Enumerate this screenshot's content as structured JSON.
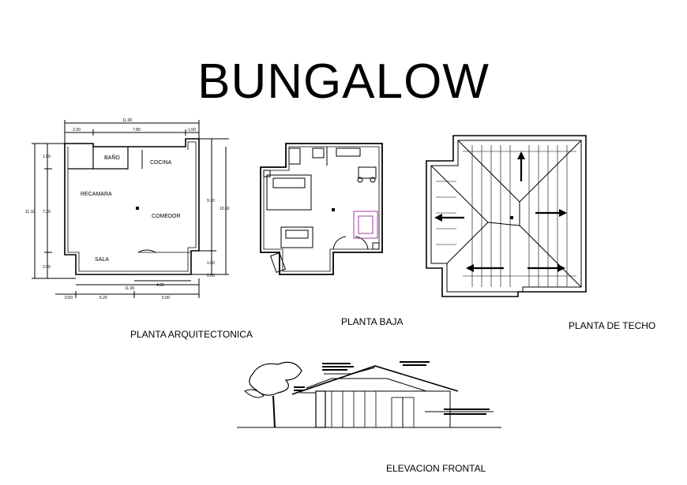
{
  "title": "BUNGALOW",
  "captions": {
    "arch": "PLANTA ARQUITECTONICA",
    "baja": "PLANTA BAJA",
    "techo": "PLANTA DE TECHO",
    "elev": "ELEVACION FRONTAL"
  },
  "rooms": {
    "bano": "BAÑO",
    "cocina": "COCINA",
    "recamara": "RECAMARA",
    "comedor": "COMEDOR",
    "sala": "SALA"
  },
  "dims": {
    "top_total": "11.00",
    "top_a": "2.20",
    "top_b": "7.80",
    "top_c": "1.00",
    "left_a": "1.90",
    "left_b": "7.20",
    "left_c": "2.00",
    "left_total": "11.10",
    "right_a": "9.10",
    "right_total": "10.60",
    "right_b": "1.00",
    "right_c": "0.50",
    "bottom_inner": "4.00",
    "bottom_total": "11.00",
    "bottom_a": "0.50",
    "bottom_b": "5.20",
    "bottom_c": "5.00"
  }
}
